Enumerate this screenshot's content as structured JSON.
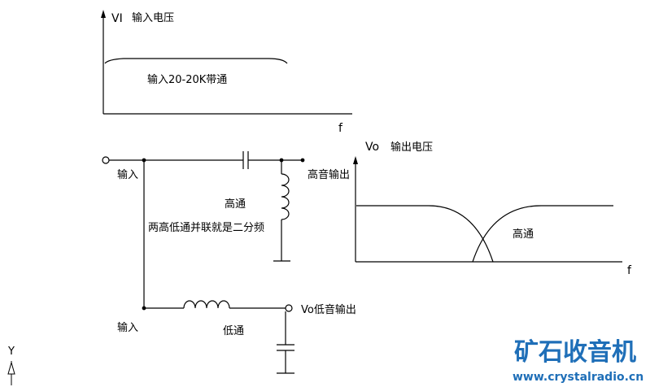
{
  "top_graph": {
    "y_axis_label": "VI",
    "title": "输入电压",
    "band_label": "输入20-20K带通",
    "x_axis_label": "f"
  },
  "circuit": {
    "input_top_label": "输入",
    "input_bottom_label": "输入",
    "high_pass_label": "高通",
    "high_output_label": "高音输出",
    "note": "两高低通并联就是二分频",
    "low_pass_label": "低通",
    "low_output_label": "Vo低音输出"
  },
  "right_graph": {
    "y_axis_label": "Vo",
    "title": "输出电压",
    "high_pass_label": "高通",
    "x_axis_label": "f"
  },
  "corner_mark": "Y",
  "watermark": {
    "title": "矿石收音机",
    "url": "www.crystalradio.cn",
    "color": "#1f6fb8"
  }
}
